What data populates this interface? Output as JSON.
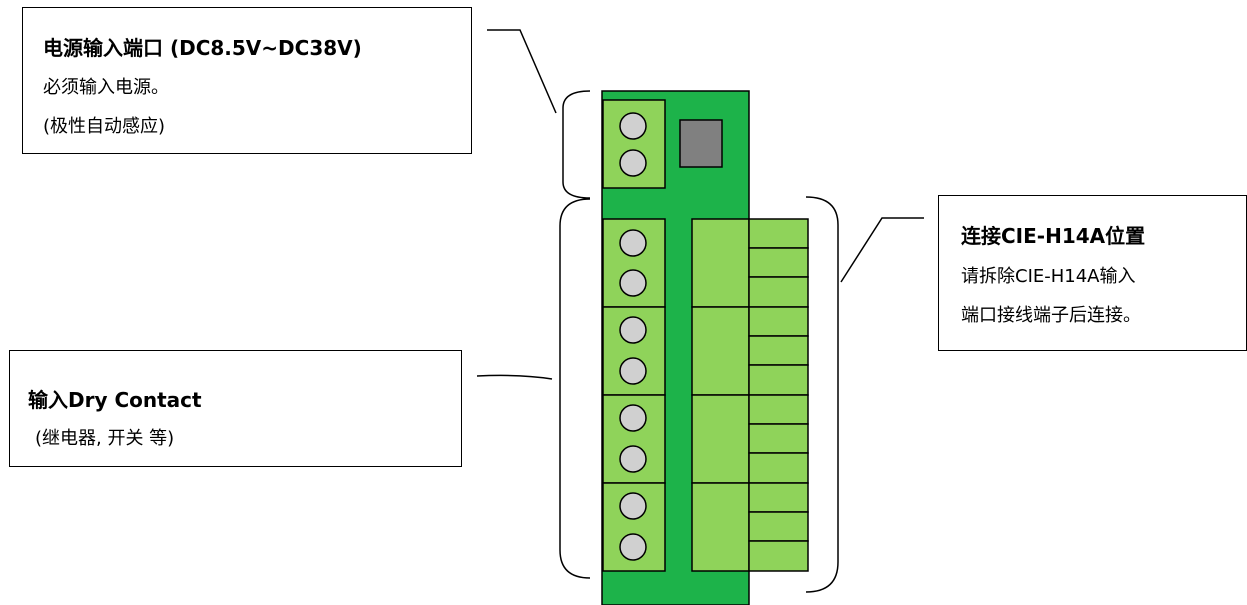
{
  "colors": {
    "board": "#1db34a",
    "terminal": "#8fd35a",
    "screw": "#d0d0d0",
    "chip": "#808080",
    "outline": "#000000"
  },
  "callouts": {
    "power": {
      "title": "电源输入端口  (DC8.5V~DC38V)",
      "line1": "必须输入电源。",
      "line2": "(极性自动感应)"
    },
    "dry_contact": {
      "title": "输入Dry Contact",
      "line1": "(继电器,  开关  等)"
    },
    "cie": {
      "title": "连接CIE-H14A位置",
      "line1": "请拆除CIE-H14A输入",
      "line2": "端口接线端子后连接。"
    }
  }
}
